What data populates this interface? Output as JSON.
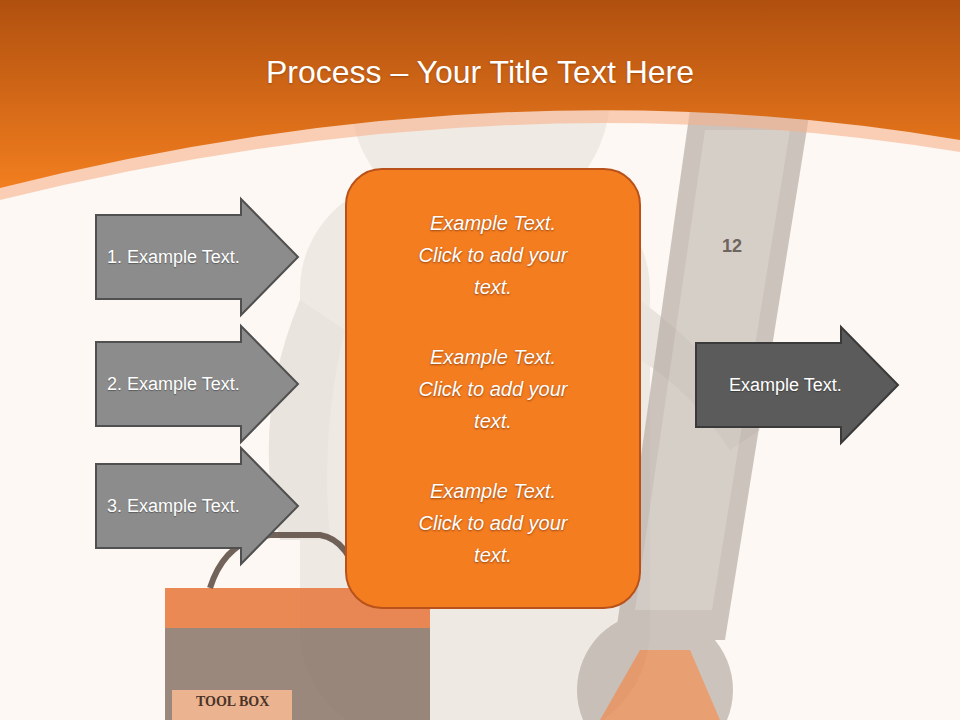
{
  "diagram": {
    "title": "Process – Your Title Text Here",
    "nodes": [
      {
        "text": [
          "1. Example Text."
        ]
      },
      {
        "text": [
          "2. Example Text."
        ]
      },
      {
        "text": [
          "3. Example Text."
        ]
      },
      {
        "text": [
          "Example Text. Click to add your text.",
          "Example Text. Click to add your text.",
          "Example Text. Click to add your text."
        ]
      },
      {
        "text": [
          "Example Text."
        ]
      }
    ],
    "labels": [
      "12",
      "TOOL BOX"
    ]
  }
}
